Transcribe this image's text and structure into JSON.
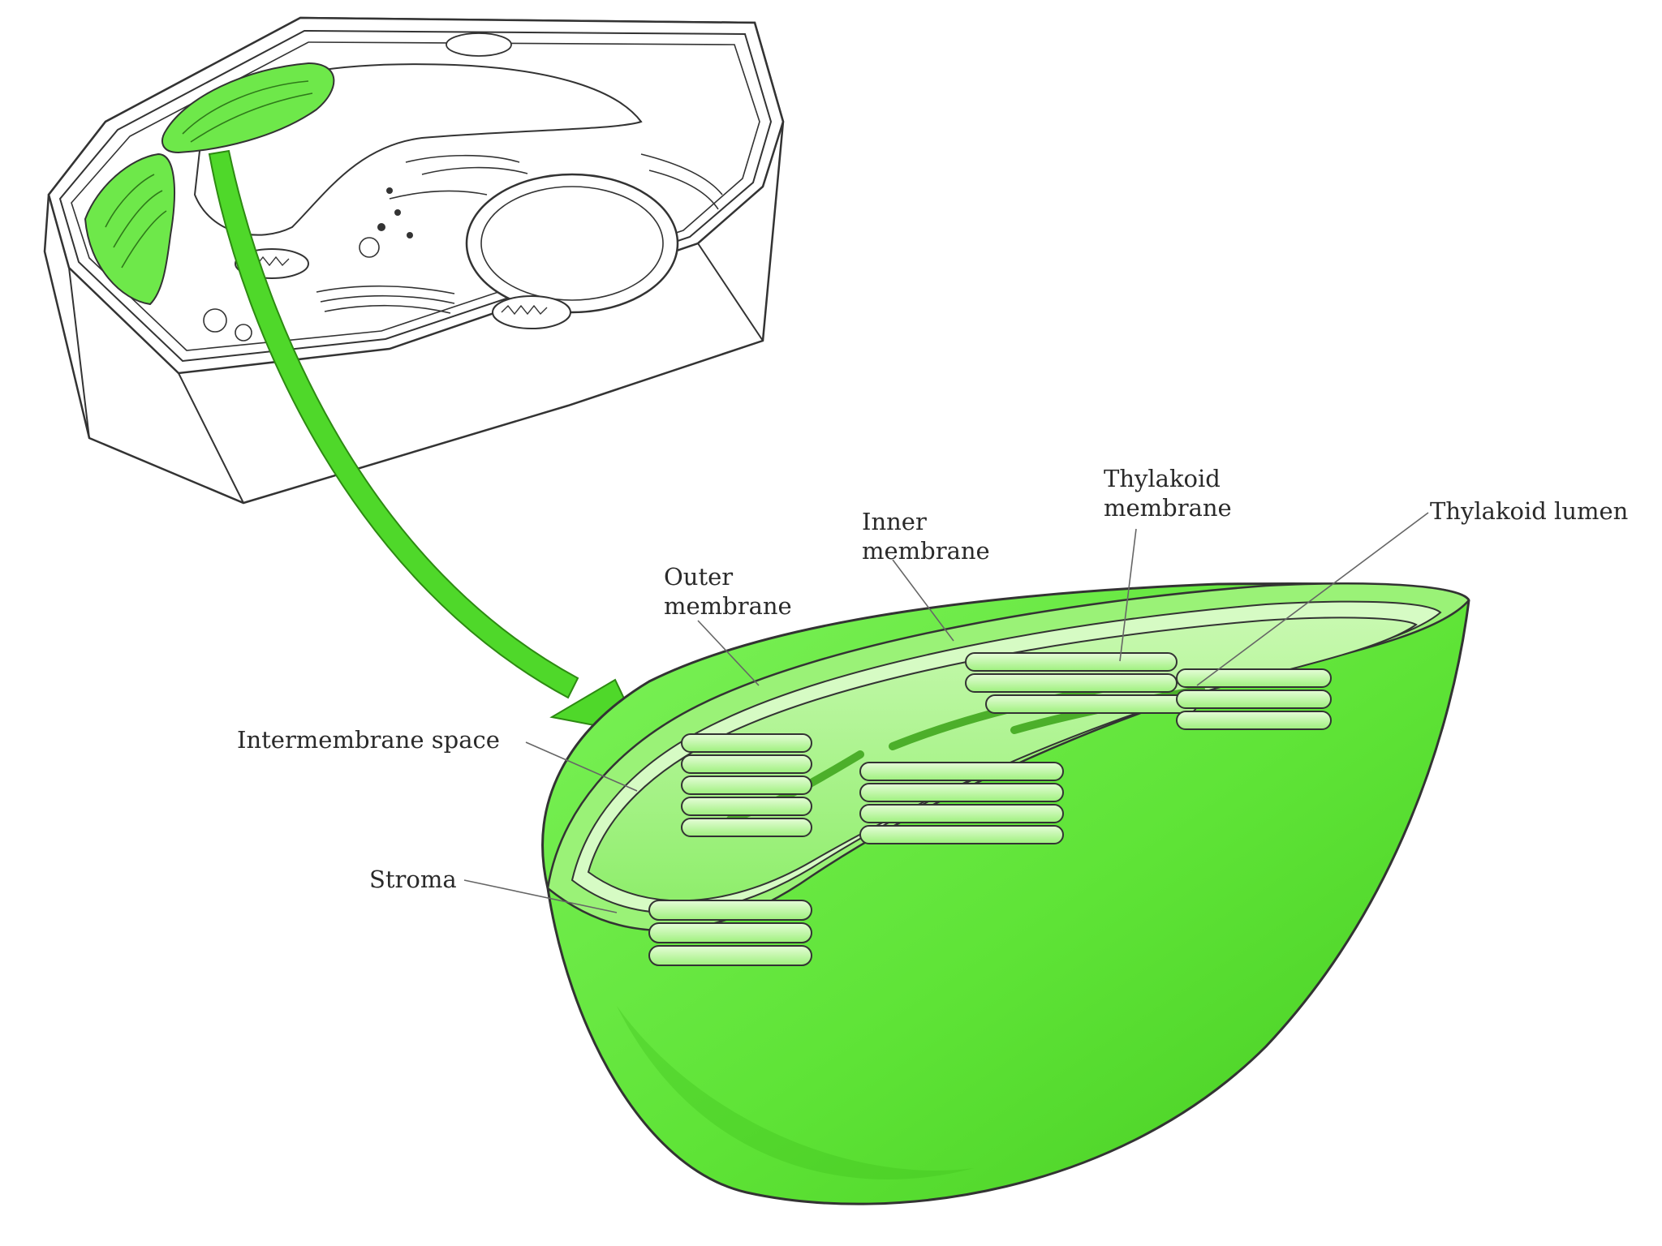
{
  "labels": {
    "thylakoid_membrane": [
      "Thylakoid",
      "membrane"
    ],
    "thylakoid_lumen": "Thylakoid lumen",
    "inner_membrane": [
      "Inner",
      "membrane"
    ],
    "outer_membrane": [
      "Outer",
      "membrane"
    ],
    "intermembrane_space": "Intermembrane space",
    "stroma": "Stroma"
  },
  "colors": {
    "chloroplast_green": "#62e43a",
    "light_green": "#b9f7a0",
    "arrow_green": "#4fd82a",
    "outline": "#333333",
    "leader_line": "#666666"
  }
}
